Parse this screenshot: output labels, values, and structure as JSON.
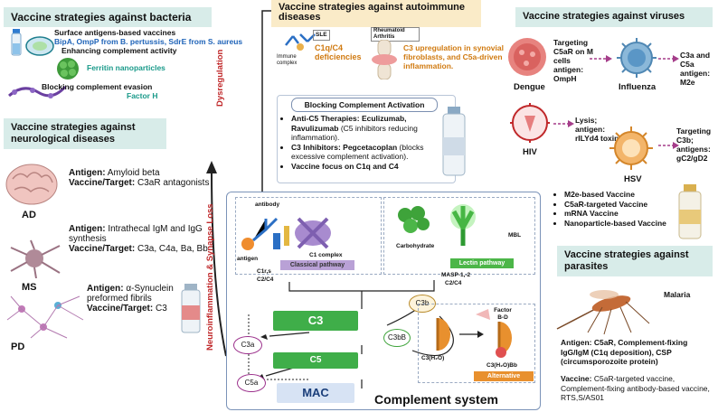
{
  "bacteria": {
    "title": "Vaccine strategies against bacteria",
    "surface_title": "Surface antigens-based vaccines",
    "surface_antigens": "BipA, OmpP from B. pertussis, SdrE from S. aureus",
    "enhancing": "Enhancing complement activity",
    "ferritin": "Ferritin nanoparticles",
    "blocking": "Blocking complement evasion",
    "factor_h": "Factor H"
  },
  "neuro": {
    "title": "Vaccine strategies against neurological diseases",
    "ad": {
      "name": "AD",
      "antigen_label": "Antigen:",
      "antigen": "Amyloid beta",
      "target_label": "Vaccine/Target:",
      "target": "C3aR antagonists"
    },
    "ms": {
      "name": "MS",
      "antigen_label": "Antigen:",
      "antigen": "Intrathecal IgM and IgG synthesis",
      "target_label": "Vaccine/Target:",
      "target": "C3a, C4a, Ba, Bb"
    },
    "pd": {
      "name": "PD",
      "antigen_label": "Antigen:",
      "antigen": "α-Synuclein preformed fibrils",
      "target_label": "Vaccine/Target:",
      "target": "C3"
    }
  },
  "autoimmune": {
    "title": "Vaccine strategies against autoimmune diseases",
    "sle": "SLE",
    "immune_complex": "Immune complex",
    "ra": "Rheumatoid Arthritis",
    "c1q": "C1q/C4 deficiencies",
    "c3up": "C3 upregulation in synovial fibroblasts, and C5a-driven inflammation."
  },
  "blocking": {
    "title": "Blocking Complement Activation",
    "anti_c5_label": "Anti-C5 Therapies:",
    "anti_c5": "Eculizumab, Ravulizumab",
    "anti_c5_note": "(C5 inhibitors reducing inflammation).",
    "c3_inh_label": "C3 Inhibitors:",
    "c3_inh": "Pegcetacoplan",
    "c3_inh_note": "(blocks excessive complement activation).",
    "focus": "Vaccine focus on C1q and C4"
  },
  "side_labels": {
    "dysregulation": "Dysregulation",
    "neuroinflammation": "Neuroinflammation & Synapse Loss"
  },
  "viruses": {
    "title": "Vaccine strategies against viruses",
    "dengue": "Dengue",
    "dengue_target": "Targeting C5aR on M cells antigen: OmpH",
    "influenza": "Influenza",
    "influenza_target": "C3a and C5a antigen: M2e",
    "hiv": "HIV",
    "hiv_target": "Lysis; antigen: rILYd4 toxin",
    "hsv": "HSV",
    "hsv_target": "Targeting C3b; antigens: gC2/gD2",
    "list": [
      "M2e-based Vaccine",
      "C5aR-targeted Vaccine",
      "mRNA Vaccine",
      "Nanoparticle-based Vaccine"
    ]
  },
  "parasites": {
    "title": "Vaccine strategies against parasites",
    "malaria": "Malaria",
    "antigen_label": "Antigen:",
    "antigen": "C5aR, Complement-fixing IgG/IgM (C1q deposition), CSP (circumsporozoite protein)",
    "vaccine_label": "Vaccine:",
    "vaccine": "C5aR-targeted vaccine, Complement-fixing antibody-based vaccine, RTS,S/AS01"
  },
  "complement": {
    "title": "Complement system",
    "antibody": "antibody",
    "antigen": "antigen",
    "c1_complex": "C1 complex",
    "c1rs": "C1r,s",
    "c2c4a": "C2/C4",
    "classical": "Classical pathway",
    "carbohydrate": "Carbohydrate",
    "mbl": "MBL",
    "lectin": "Lectin pathway",
    "masp": "MASP-1,-2",
    "c2c4b": "C2/C4",
    "c3": "C3",
    "c5": "C5",
    "mac": "MAC",
    "c3a": "C3a",
    "c5a": "C5a",
    "c3b": "C3b",
    "c3bb": "C3bB",
    "c3h2o": "C3(H₂O)",
    "factor": "Factor B-D",
    "c3h2obb": "C3(H₂O)Bb",
    "alternative": "Alternative pathway"
  }
}
